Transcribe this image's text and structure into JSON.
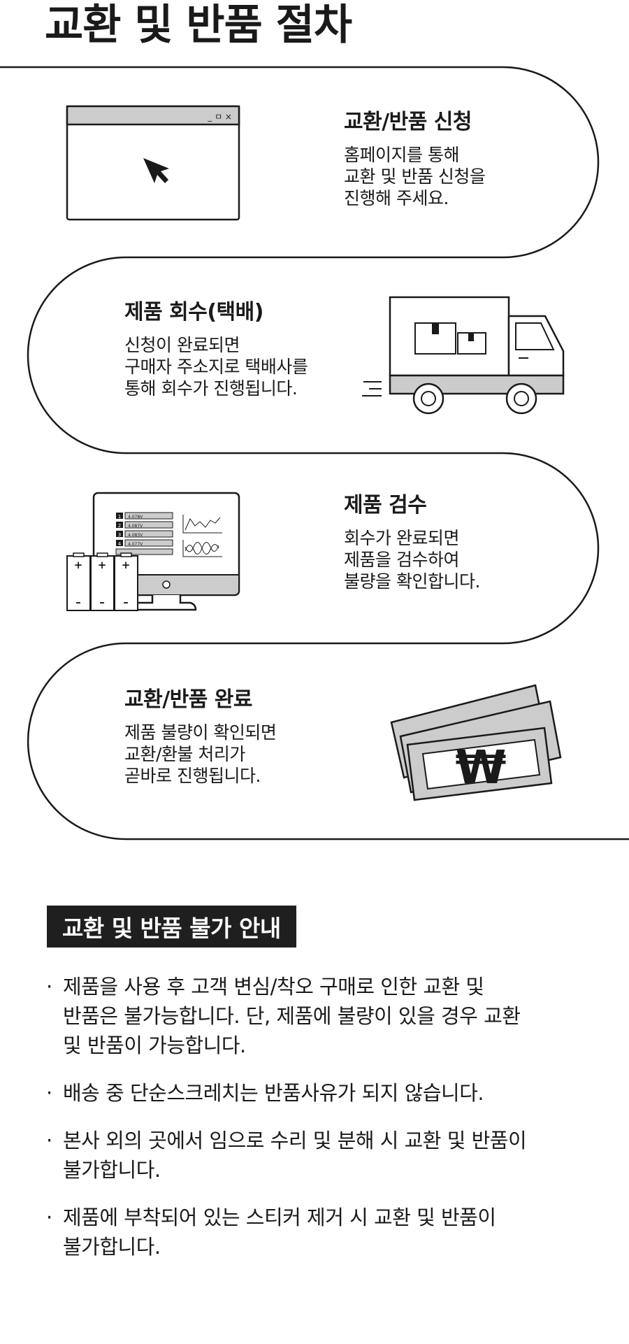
{
  "title": "교환 및 반품 절차",
  "steps": [
    {
      "title": "교환/반품 신청",
      "lines": [
        "홈페이지를 통해",
        "교환 및 반품 신청을",
        "진행해 주세요."
      ]
    },
    {
      "title": "제품 회수(택배)",
      "lines": [
        "신청이 완료되면",
        "구매자 주소지로 택배사를",
        "통해 회수가 진행됩니다."
      ]
    },
    {
      "title": "제품 검수",
      "lines": [
        "회수가 완료되면",
        "제품을 검수하여",
        "불량을 확인합니다."
      ]
    },
    {
      "title": "교환/반품 완료",
      "lines": [
        "제품 불량이 확인되면",
        "교환/환불 처리가",
        "곧바로 진행됩니다."
      ]
    }
  ],
  "icons": {
    "window_controls": "_ ㅁ ×",
    "monitor_labels": [
      "1",
      "2",
      "3",
      "4"
    ],
    "monitor_values": [
      "4.078V",
      "4.087V",
      "4.083V",
      "4.077V"
    ],
    "battery_plus": "+",
    "battery_minus": "–",
    "money_symbol": "₩"
  },
  "notice": {
    "title": "교환 및 반품 불가 안내",
    "bullet": "·",
    "items": [
      [
        "제품을 사용 후 고객 변심/착오 구매로 인한 교환 및",
        "반품은 불가능합니다. 단, 제품에 불량이 있을 경우 교환",
        "및 반품이 가능합니다."
      ],
      [
        "배송 중 단순스크레치는 반품사유가 되지 않습니다."
      ],
      [
        "본사 외의 곳에서 임으로 수리 및 분해 시 교환 및 반품이",
        "불가합니다."
      ],
      [
        "제품에 부착되어 있는 스티커 제거 시 교환 및 반품이",
        "불가합니다."
      ]
    ]
  },
  "colors": {
    "ink": "#1a1a1a",
    "gray": "#cccccc",
    "box": "#1f1f1f"
  }
}
